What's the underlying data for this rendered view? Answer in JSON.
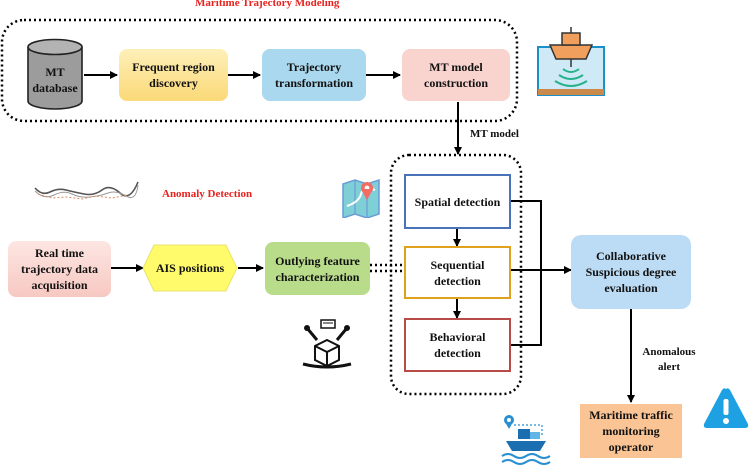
{
  "titles": {
    "modeling": "Maritime Trajectory Modeling",
    "anomaly": "Anomaly Detection"
  },
  "modeling_row": {
    "database": "MT database",
    "frequent_region": "Frequent region discovery",
    "trajectory_transformation": "Trajectory transformation",
    "model_construction": "MT model construction"
  },
  "edge_labels": {
    "mt_model": "MT model",
    "anomalous_alert": "Anomalous alert"
  },
  "detection_row": {
    "acquisition": "Real time trajectory data acquisition",
    "ais": "AIS positions",
    "outlying": "Outlying feature characterization"
  },
  "detectors": {
    "spatial": "Spatial detection",
    "sequential": "Sequential detection",
    "behavioral": "Behavioral detection"
  },
  "evaluation": "Collaborative Suspicious degree evaluation",
  "operator": "Maritime traffic monitoring operator",
  "icons": [
    "ship-sonar-icon",
    "trajectory-map-icon",
    "map-pin-icon",
    "robot-arm-cube-icon",
    "ship-location-icon",
    "warning-icon"
  ],
  "colors": {
    "title_red": "#e8231f",
    "yellow_box": "#fde28f",
    "blue_box": "#a9d8ef",
    "pink_box": "#f9d4cf",
    "green_box": "#b9dc8a",
    "hex_yellow": "#fffb6b",
    "light_blue": "#bcdcf5",
    "orange_box": "#fac494",
    "spatial_border": "#4a72b8",
    "sequential_border": "#e0a21c",
    "behavioral_border": "#b84b48",
    "warning_blue": "#1da1e2"
  }
}
